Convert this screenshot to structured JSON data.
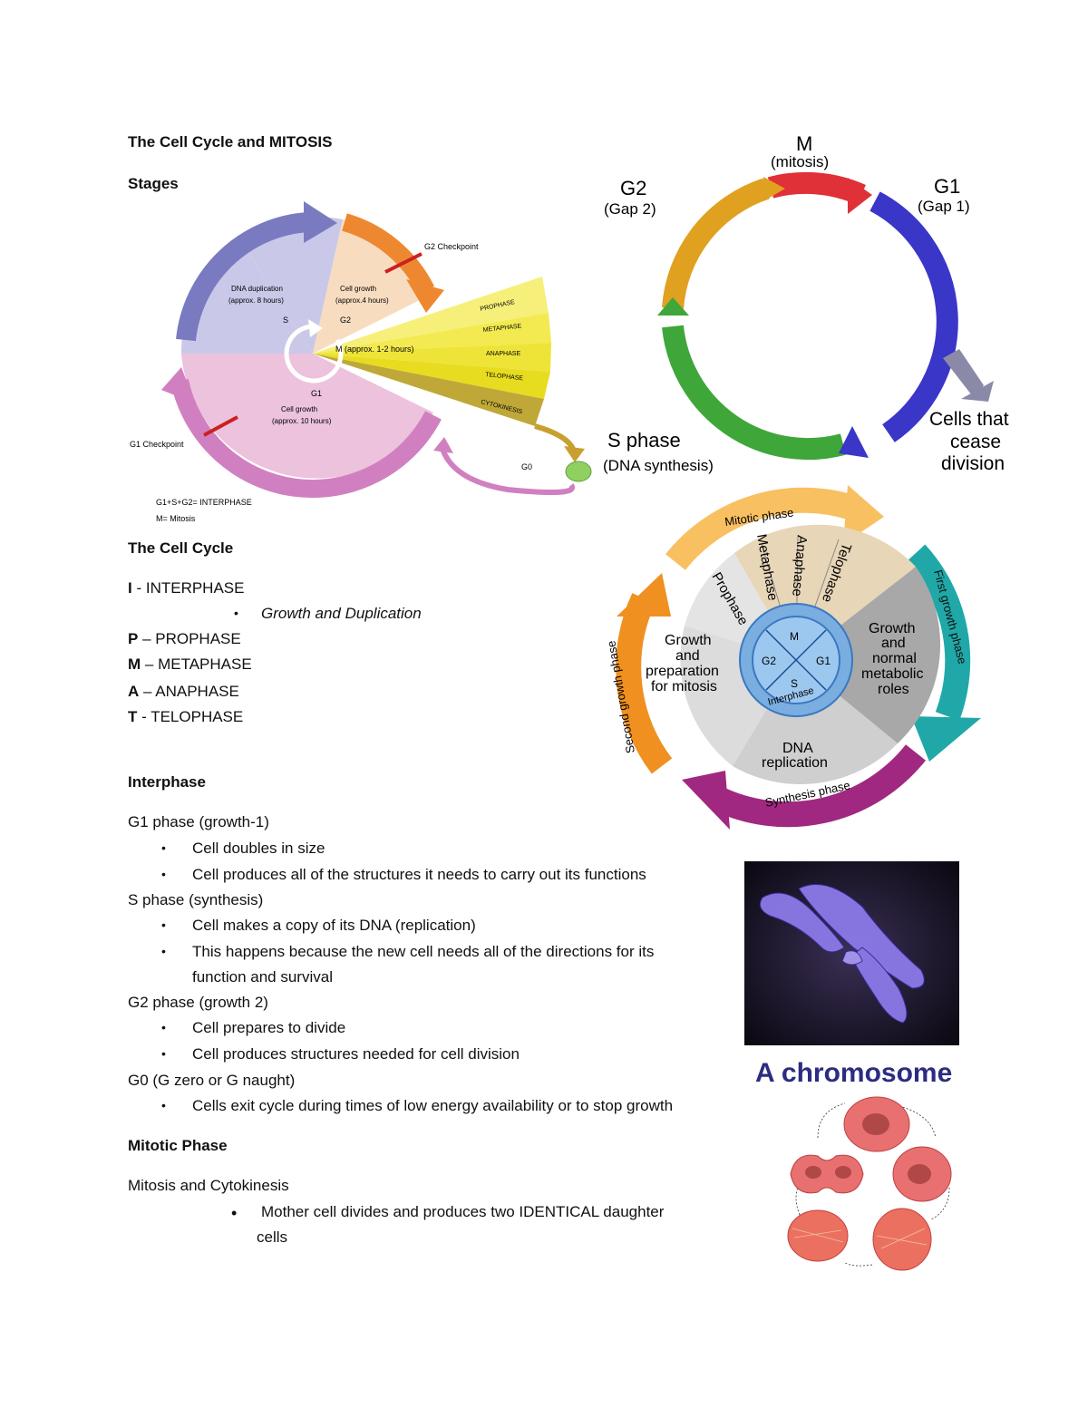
{
  "doc": {
    "title": "The Cell Cycle and MITOSIS",
    "stages_heading": "Stages",
    "cell_cycle_heading": "The Cell Cycle",
    "ipmat": [
      {
        "letter": "I",
        "sep": " - ",
        "word": "INTERPHASE"
      },
      {
        "letter": "P",
        "sep": " – ",
        "word": "PROPHASE"
      },
      {
        "letter": "M",
        "sep": " – ",
        "word": "METAPHASE"
      },
      {
        "letter": "A",
        "sep": " – ",
        "word": "ANAPHASE"
      },
      {
        "letter": "T",
        "sep": " - ",
        "word": "TELOPHASE"
      }
    ],
    "interphase_note": "Growth and Duplication",
    "interphase_heading": "Interphase",
    "g1_line": "G1 phase (growth-1)",
    "g1_bullets": [
      "Cell doubles in size",
      "Cell produces all of the structures it needs to carry out its functions"
    ],
    "s_line": "S phase (synthesis)",
    "s_bullets": [
      "Cell makes a copy of its DNA (replication)",
      "This happens because the new cell needs all of the directions for its",
      "function and survival"
    ],
    "g2_line": "G2 phase (growth 2)",
    "g2_bullets": [
      "Cell prepares to divide",
      "Cell produces structures needed for cell division"
    ],
    "g0_line": "G0 (G zero or G naught)",
    "g0_bullets": [
      "Cells exit cycle during times of low energy availability or to stop growth"
    ],
    "mitotic_heading": "Mitotic Phase",
    "mitosis_line": "Mitosis and Cytokinesis",
    "mitosis_bullet": [
      "Mother cell divides and produces two IDENTICAL daughter",
      "cells"
    ],
    "bullet_char": "•"
  },
  "diagram1": {
    "g2_checkpoint": "G2 Checkpoint",
    "g1_checkpoint": "G1 Checkpoint",
    "s_text": [
      "DNA duplication",
      "(approx. 8 hours)",
      "S"
    ],
    "g2_text": [
      "Cell growth",
      "(approx.4 hours)",
      "G2"
    ],
    "m_text": "M (approx. 1-2 hours)",
    "g1_text": [
      "G1",
      "Cell growth",
      "(approx. 10 hours)"
    ],
    "phases": [
      "PROPHASE",
      "METAPHASE",
      "ANAPHASE",
      "TELOPHASE",
      "CYTOKINESIS"
    ],
    "g0": "G0",
    "legend": [
      "G1+S+G2= INTERPHASE",
      "M= Mitosis"
    ]
  },
  "diagram2": {
    "m": "M",
    "m_sub": "(mitosis)",
    "g2": "G2",
    "g2_sub": "(Gap 2)",
    "g1": "G1",
    "g1_sub": "(Gap 1)",
    "s": "S phase",
    "s_sub": "(DNA synthesis)",
    "cease": [
      "Cells that",
      "cease",
      "division"
    ],
    "colors": {
      "m": "#e03038",
      "g1": "#3a36c8",
      "s": "#3fa63a",
      "g2": "#e0a020",
      "cease": "#8a8aa8"
    }
  },
  "diagram3": {
    "mitotic_phase": "Mitotic phase",
    "first_growth": "First growth phase",
    "second_growth": "Second growth phase",
    "synthesis": "Synthesis phase",
    "mitosis_steps": [
      "Prophase",
      "Metaphase",
      "Anaphase",
      "Telophase"
    ],
    "growth_prep": [
      "Growth",
      "and",
      "preparation",
      "for mitosis"
    ],
    "growth_normal": [
      "Growth",
      "and",
      "normal",
      "metabolic",
      "roles"
    ],
    "dna_rep": [
      "DNA",
      "replication"
    ],
    "center": {
      "m": "M",
      "g2": "G2",
      "g1": "G1",
      "s": "S",
      "ring": "Interphase"
    }
  },
  "chromosome_caption": "A chromosome"
}
